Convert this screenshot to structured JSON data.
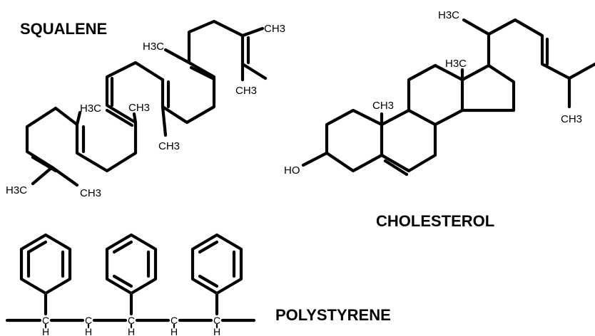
{
  "molecules": {
    "squalene": {
      "name": "SQUALENE",
      "methyls": [
        "H3C",
        "CH3",
        "H3C",
        "CH3",
        "CH3",
        "CH3",
        "H3C",
        "CH3"
      ]
    },
    "cholesterol": {
      "name": "CHOLESTEROL",
      "hydroxyl": "HO",
      "methyls": [
        "CH3",
        "H3C",
        "H3C",
        "CH3"
      ]
    },
    "polystyrene": {
      "name": "POLYSTYRENE",
      "backbone_atoms": [
        "C",
        "C",
        "C",
        "C",
        "C"
      ],
      "hydrogens": [
        "H",
        "H",
        "H",
        "H",
        "H"
      ]
    }
  },
  "colors": {
    "ink": "#000000",
    "background": "#ffffff"
  }
}
